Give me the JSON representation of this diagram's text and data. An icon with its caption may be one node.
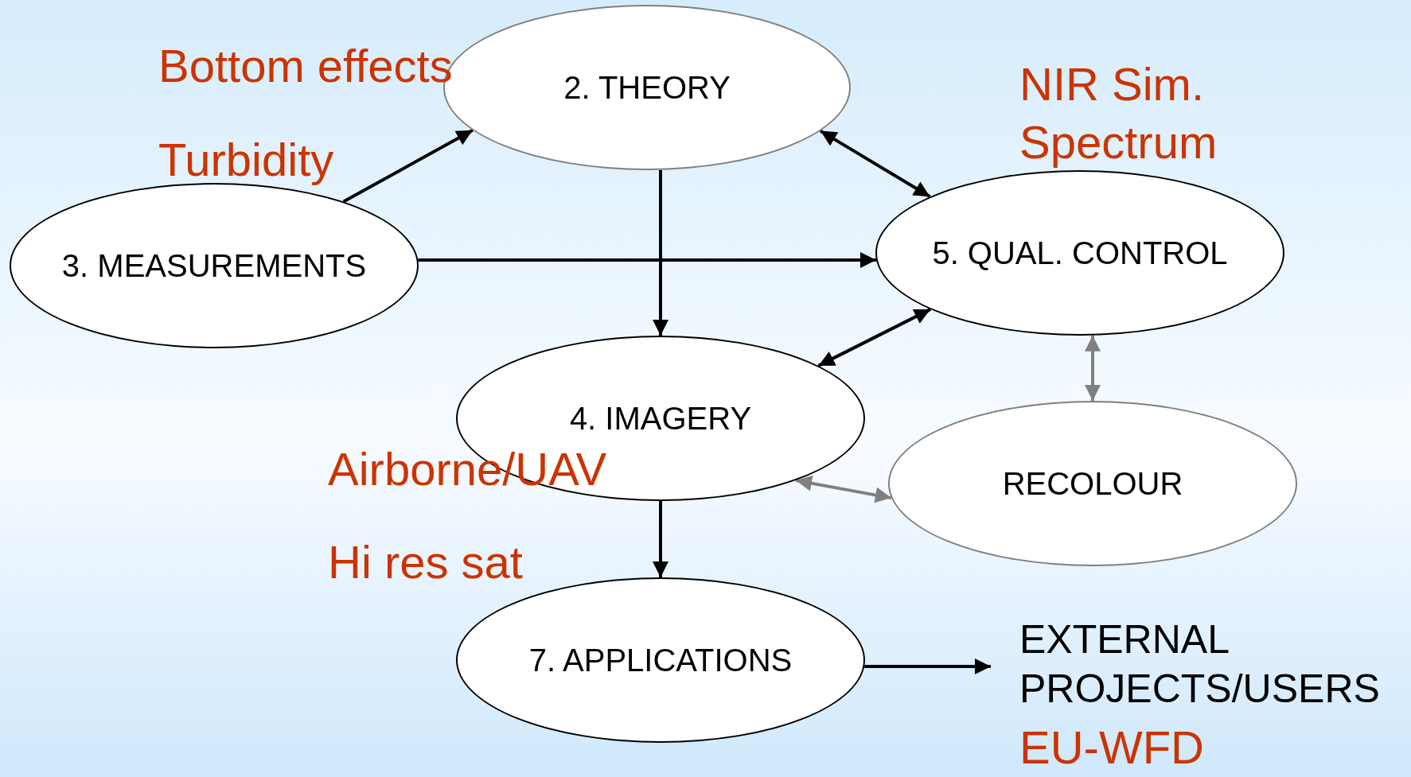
{
  "diagram": {
    "nodes": [
      {
        "text": [
          "2. THEORY"
        ]
      },
      {
        "text": [
          "3. MEASUREMENTS"
        ]
      },
      {
        "text": [
          "5. QUAL. CONTROL"
        ]
      },
      {
        "text": [
          "4. IMAGERY"
        ]
      },
      {
        "text": [
          "RECOLOUR"
        ]
      },
      {
        "text": [
          "7. APPLICATIONS"
        ]
      },
      {
        "text": [
          "EXTERNAL PROJECTS/USERS"
        ]
      }
    ],
    "edges": [
      {
        "from": 1,
        "to": 0,
        "arrow": "to"
      },
      {
        "from": 1,
        "to": 2,
        "arrow": "to"
      },
      {
        "from": 0,
        "to": 3,
        "arrow": "to"
      },
      {
        "from": 0,
        "to": 2,
        "arrow": "both"
      },
      {
        "from": 3,
        "to": 2,
        "arrow": "both"
      },
      {
        "from": 2,
        "to": 4,
        "arrow": "both",
        "color": "#808080"
      },
      {
        "from": 3,
        "to": 4,
        "arrow": "both",
        "color": "#808080"
      },
      {
        "from": 5,
        "to": 6,
        "arrow": "to"
      },
      {
        "from": 3,
        "to": 5,
        "arrow": "to"
      }
    ],
    "labels": [
      "Bottom effects",
      "Turbidity",
      "NIR Sim. Spectrum",
      "Airborne/UAV",
      "Hi res sat",
      "EU-WFD"
    ]
  }
}
